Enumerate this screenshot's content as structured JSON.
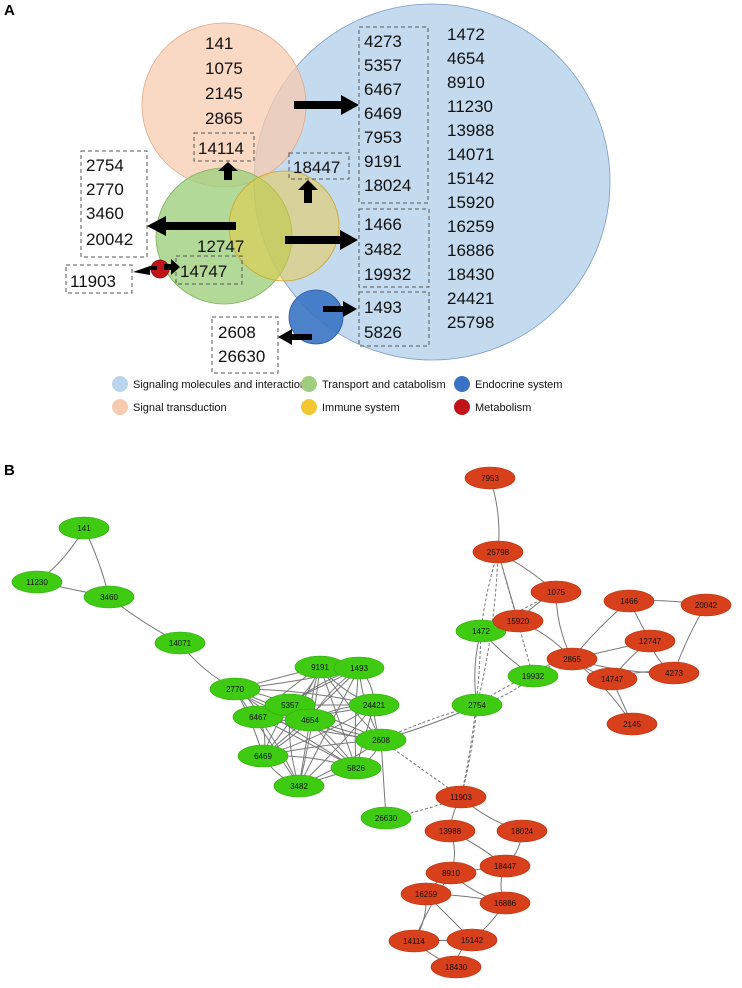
{
  "panel_a": {
    "label": "A",
    "colors": {
      "signal_transduction": "#f7cbb0",
      "signaling_molecules": "#b9d4ec",
      "transport_catabolism": "#9fcf7e",
      "immune_system": "#f2c832",
      "endocrine_system": "#3a73c4",
      "metabolism": "#c01418"
    },
    "signal_transduction_list": [
      "141",
      "1075",
      "2145",
      "2865"
    ],
    "signal_transduction_box": [
      "14114"
    ],
    "overlap_st_sm_box": [
      "4273",
      "5357",
      "6467",
      "6469",
      "7953",
      "9191",
      "18024"
    ],
    "signaling_list": [
      "1472",
      "4654",
      "8910",
      "11230",
      "13988",
      "14071",
      "15142",
      "15920",
      "16259",
      "16886",
      "18430",
      "24421",
      "25798"
    ],
    "overlap_immune_box": [
      "18447"
    ],
    "transport_left_box": [
      "2754",
      "2770",
      "3460",
      "20042"
    ],
    "transport_number": [
      "12747"
    ],
    "transport_box": [
      "14747"
    ],
    "metabolism_box": [
      "11903"
    ],
    "overlap_tc_sm_box": [
      "1466",
      "3482",
      "19932"
    ],
    "endocrine_sm_box": [
      "1493",
      "5826"
    ],
    "endocrine_left_box": [
      "2608",
      "26630"
    ],
    "legend": [
      {
        "label": "Signaling molecules and interaction",
        "color": "#b9d4ec"
      },
      {
        "label": "Transport and catabolism",
        "color": "#9fcf7e"
      },
      {
        "label": "Endocrine system",
        "color": "#3a73c4"
      },
      {
        "label": "Signal transduction",
        "color": "#f7cbb0"
      },
      {
        "label": "Immune system",
        "color": "#f2c832"
      },
      {
        "label": "Metabolism",
        "color": "#c01418"
      }
    ]
  },
  "panel_b": {
    "label": "B",
    "colors": {
      "green": "#3ecb12",
      "red": "#d8401c",
      "edge": "#777777"
    },
    "green_nodes": [
      "141",
      "11230",
      "3460",
      "14071",
      "2770",
      "6467",
      "5357",
      "9191",
      "1493",
      "4654",
      "24421",
      "6469",
      "3482",
      "5826",
      "2608",
      "26630",
      "1472",
      "19932",
      "2754"
    ],
    "red_nodes": [
      "7953",
      "25798",
      "1075",
      "15920",
      "2865",
      "1466",
      "20042",
      "12747",
      "14747",
      "4273",
      "2145",
      "11903",
      "13988",
      "18024",
      "8910",
      "18447",
      "16259",
      "16886",
      "14114",
      "15142",
      "18430"
    ]
  }
}
